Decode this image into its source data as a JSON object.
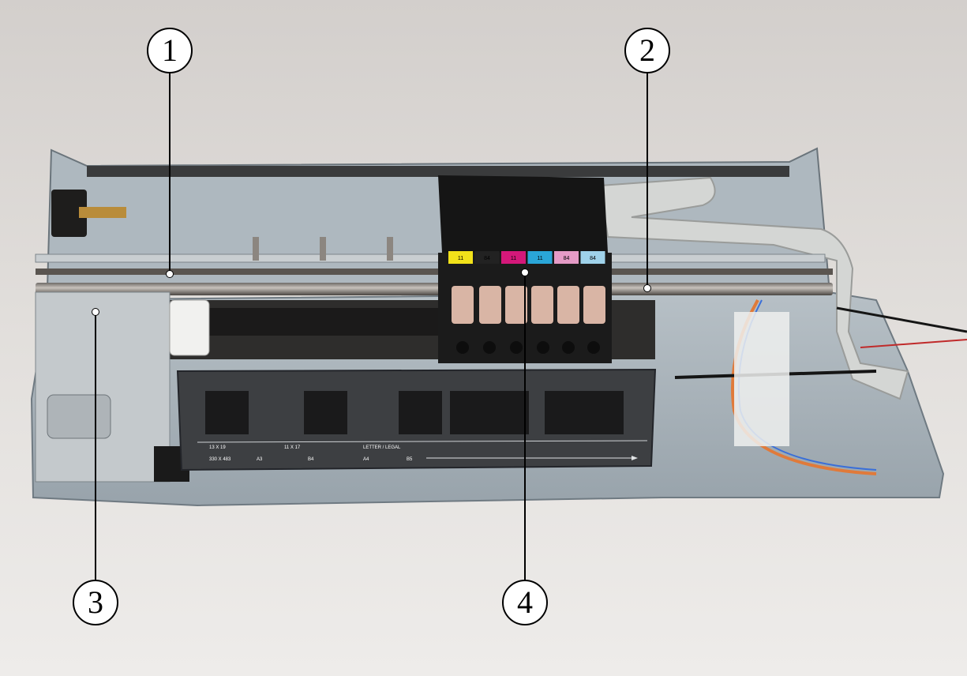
{
  "callouts": [
    {
      "id": "1",
      "label": "1"
    },
    {
      "id": "2",
      "label": "2"
    },
    {
      "id": "3",
      "label": "3"
    },
    {
      "id": "4",
      "label": "4"
    }
  ],
  "cartridges": [
    {
      "label": "11",
      "color": "#f2e21a"
    },
    {
      "label": "84",
      "color": "#222222"
    },
    {
      "label": "11",
      "color": "#d4187a"
    },
    {
      "label": "11",
      "color": "#2aa6d8"
    },
    {
      "label": "84",
      "color": "#e59bc6"
    },
    {
      "label": "84",
      "color": "#9fd2ea"
    }
  ],
  "paper_guide": {
    "labels": [
      "13 X 19",
      "11 X 17",
      "LETTER / LEGAL"
    ],
    "sublabels": [
      "330 X 483",
      "A3",
      "B4",
      "A4",
      "B5"
    ]
  },
  "colors": {
    "background": "#e6e2df",
    "chassis": "#a9b3ba",
    "carriage": "#1a1a1a"
  }
}
